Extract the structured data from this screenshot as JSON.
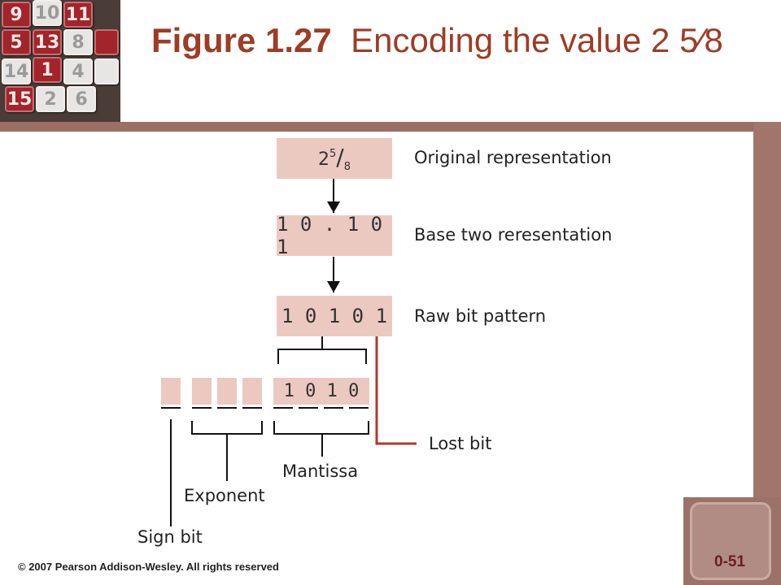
{
  "title": {
    "figure_number": "Figure 1.27",
    "text": "Encoding the value 2 5⁄8"
  },
  "puzzle_tiles": [
    "9",
    "10",
    "11",
    "5",
    "13",
    "8",
    "14",
    "1",
    "4",
    "15",
    "2",
    "6"
  ],
  "diagram": {
    "original": {
      "whole": "2",
      "numerator": "5",
      "slash": "/",
      "denominator": "8",
      "label": "Original representation"
    },
    "base_two": {
      "value": "1 0 . 1 0 1",
      "label": "Base two reresentation"
    },
    "raw_bits": {
      "value": "1 0 1 0",
      "lost_digit": "1",
      "label": "Raw bit pattern"
    },
    "stored_mantissa": {
      "value": "1 0 1 0"
    },
    "labels": {
      "lost_bit": "Lost bit",
      "mantissa": "Mantissa",
      "exponent": "Exponent",
      "sign_bit": "Sign bit"
    }
  },
  "colors": {
    "box_fill": "#ecc9c0",
    "title": "#9c3d26",
    "lost_line": "#b03a2e",
    "frame": "#a0766c"
  },
  "footer": {
    "copyright": "© 2007 Pearson Addison-Wesley. All rights reserved",
    "page": "0-51"
  }
}
